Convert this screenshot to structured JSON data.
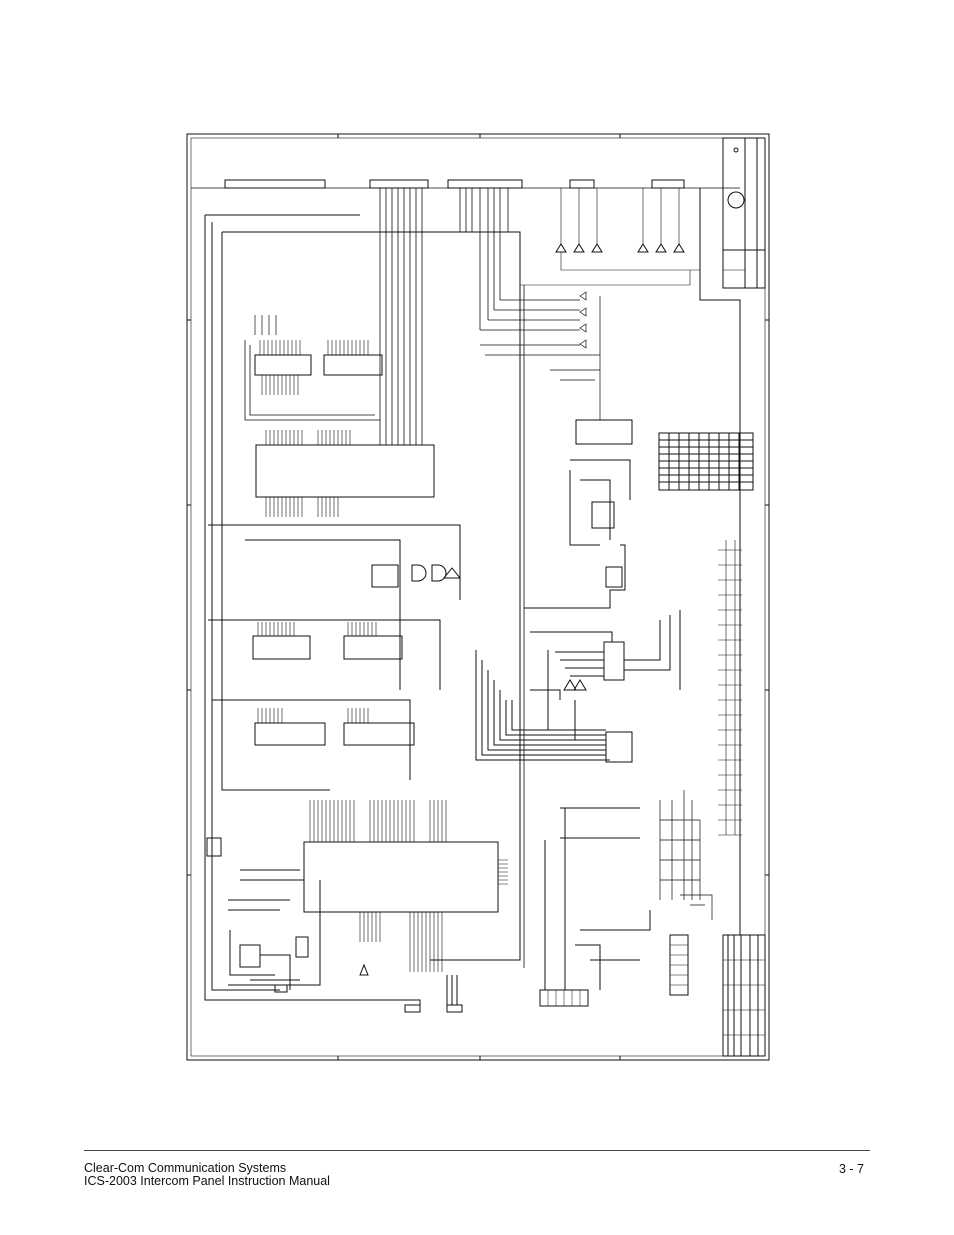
{
  "footer": {
    "company": "Clear-Com Communication Systems",
    "manual": "ICS-2003 Intercom Panel Instruction Manual",
    "page_number": "3 - 7"
  },
  "schematic": {
    "description_visible": false
  }
}
